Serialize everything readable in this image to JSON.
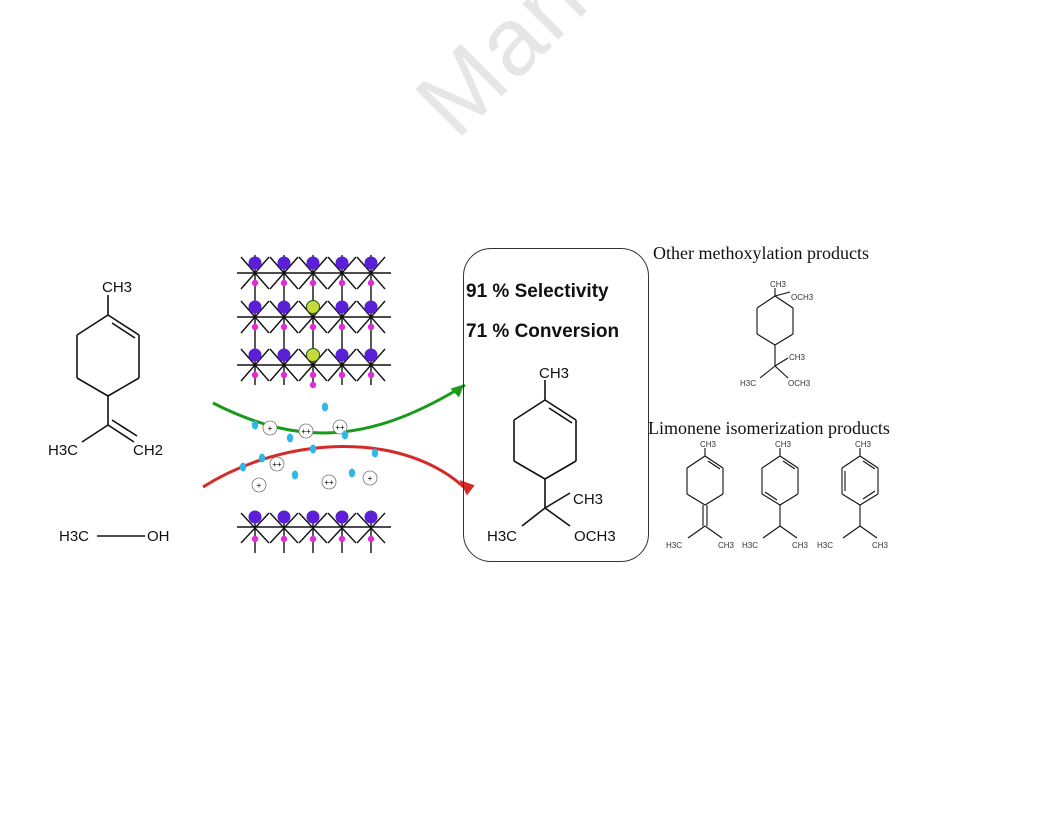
{
  "watermark": "Manuscript",
  "reactant1": {
    "top": "CH3",
    "left": "H3C",
    "right": "CH2"
  },
  "reactant2": {
    "left": "H3C",
    "right": "OH"
  },
  "ions": [
    "+",
    "++",
    "++",
    "++",
    "++",
    "+",
    "+"
  ],
  "result_box": {
    "selectivity": "91 % Selectivity",
    "conversion": "71  % Conversion",
    "labels": {
      "top": "CH3",
      "right": "CH3",
      "left": "H3C",
      "och3": "OCH3"
    }
  },
  "other_products": {
    "heading": "Other methoxylation products",
    "labels": {
      "ch3_top": "CH3",
      "och3_top": "OCH3",
      "ch3_mid": "CH3",
      "h3c": "H3C",
      "och3_bot": "OCH3"
    }
  },
  "isomerization": {
    "heading": "Limonene isomerization products",
    "labels": {
      "ch3_1": "CH3",
      "ch3_2": "CH3",
      "ch3_3": "CH3",
      "h3c_1": "H3C",
      "ch3_1b": "CH3",
      "h3c_2": "H3C",
      "ch3_2b": "CH3",
      "h3c_3": "H3C",
      "ch3_3b": "CH3"
    }
  },
  "colors": {
    "atom_large": "#5a1fd6",
    "atom_small": "#e22bd4",
    "atom_green": "#c7d93a",
    "green_arrow": "#1a9a1a",
    "red_arrow": "#d42a2a",
    "water": "#2fb7e6"
  }
}
